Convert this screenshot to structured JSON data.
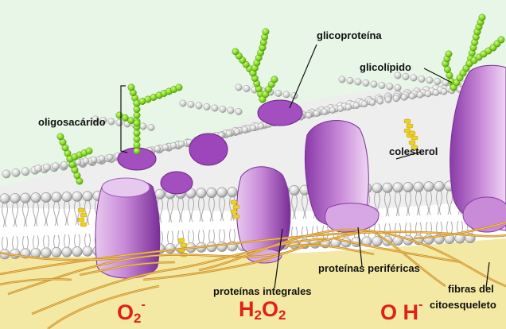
{
  "labels": {
    "glycoprotein": "glicoproteína",
    "glycolipid": "glicolípido",
    "oligosaccharide": "oligosacárido",
    "cholesterol": "colesterol",
    "peripheral_proteins": "proteínas periféricas",
    "integral_proteins": "proteínas integrales",
    "cytoskeleton_line1": "fibras del",
    "cytoskeleton_line2": "citoesqueleto"
  },
  "chemicals": {
    "superoxide": {
      "symbol": "O",
      "subscript": "2",
      "superscript": "-"
    },
    "hydrogen_peroxide": {
      "p1": "H",
      "s1": "2",
      "p2": "O",
      "s2": "2"
    },
    "hydroxide": {
      "symbol": "O H",
      "superscript": "-"
    }
  },
  "colors": {
    "sky": "#e7f6e6",
    "cytoplasm": "#f3e9a4",
    "lipid_head": "#d8d8d8",
    "protein": "#c077d0",
    "protein_dark": "#8a3aa8",
    "sugar": "#7fd020",
    "fiber": "#d9a23a",
    "cholesterol": "#f0d020",
    "chem_text": "#e0201a"
  }
}
